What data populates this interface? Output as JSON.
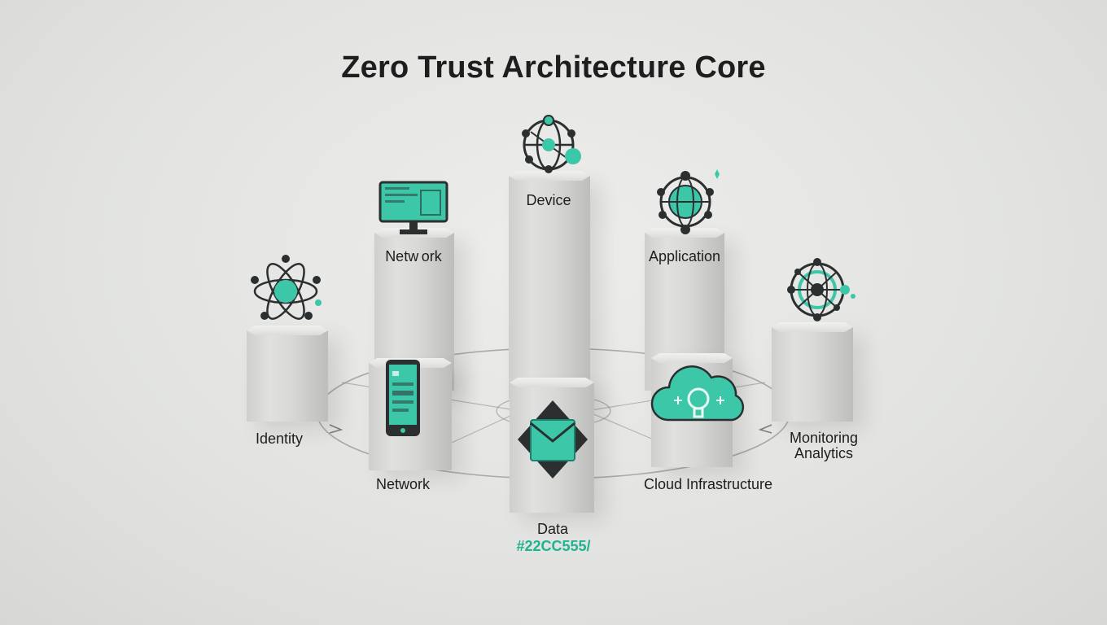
{
  "title": "Zero Trust Architecture Core",
  "nodes": {
    "device": "Device",
    "network_top": "Netw ork",
    "application": "Application",
    "identity": "Identity",
    "network": "Network",
    "data": "Data",
    "cloud": "Cloud Infrastructure",
    "monitoring_1": "Monitoring",
    "monitoring_2": "Analytics"
  },
  "data_color_code": "#22CC555/",
  "icons": {
    "device": "globe-network-icon",
    "network_top": "monitor-icon",
    "application": "globe-lock-icon",
    "identity": "atom-icon",
    "network": "smartphone-icon",
    "data": "envelope-diamond-icon",
    "cloud": "cloud-bulb-icon",
    "monitoring": "globe-node-icon"
  },
  "colors": {
    "accent": "#3cc7a9",
    "dark": "#2b2f30"
  }
}
